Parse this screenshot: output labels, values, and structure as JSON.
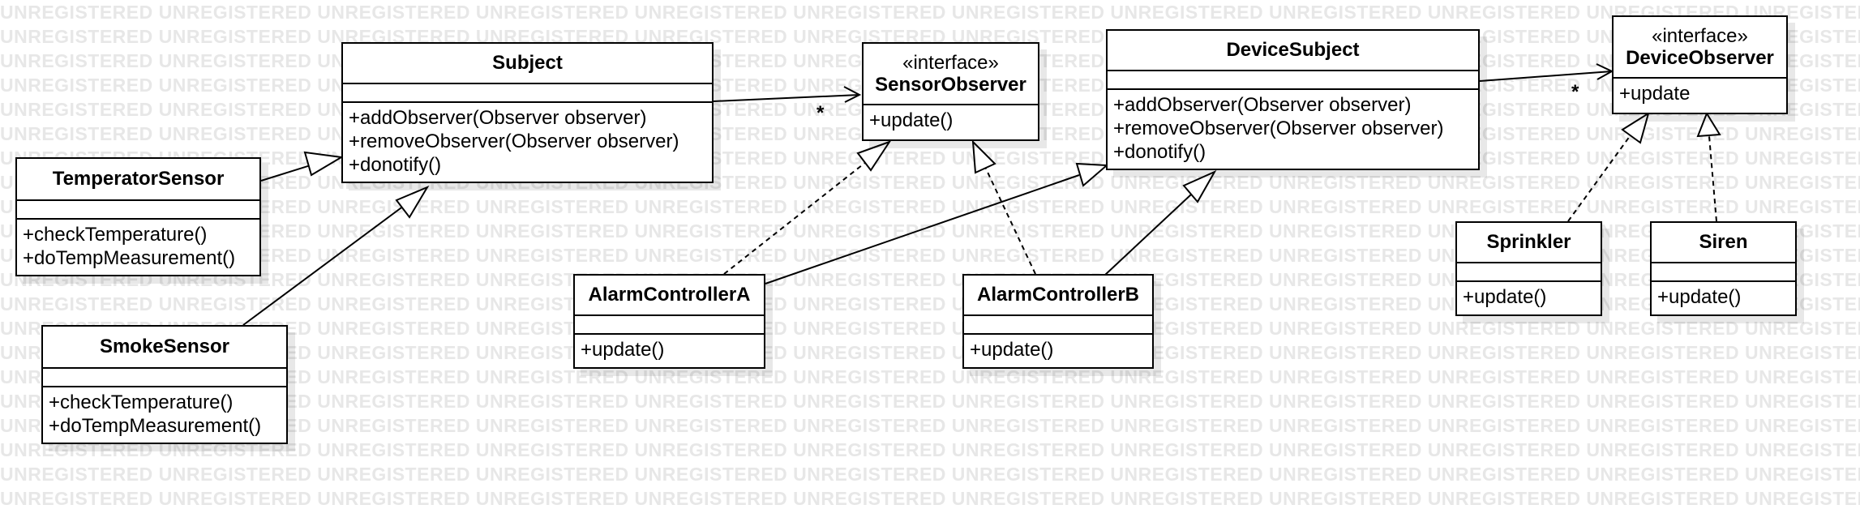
{
  "watermark_text": "UNREGISTERED",
  "classes": {
    "subject": {
      "name": "Subject",
      "operations": [
        "+addObserver(Observer observer)",
        "+removeObserver(Observer observer)",
        "+donotify()"
      ]
    },
    "sensor_observer": {
      "stereotype": "«interface»",
      "name": "SensorObserver",
      "operations": [
        "+update()"
      ]
    },
    "device_subject": {
      "name": "DeviceSubject",
      "operations": [
        "+addObserver(Observer observer)",
        "+removeObserver(Observer observer)",
        "+donotify()"
      ]
    },
    "device_observer": {
      "stereotype": "«interface»",
      "name": "DeviceObserver",
      "operations": [
        "+update"
      ]
    },
    "temperator_sensor": {
      "name": "TemperatorSensor",
      "operations": [
        "+checkTemperature()",
        "+doTempMeasurement()"
      ]
    },
    "smoke_sensor": {
      "name": "SmokeSensor",
      "operations": [
        "+checkTemperature()",
        "+doTempMeasurement()"
      ]
    },
    "alarm_controller_a": {
      "name": "AlarmControllerA",
      "operations": [
        "+update()"
      ]
    },
    "alarm_controller_b": {
      "name": "AlarmControllerB",
      "operations": [
        "+update()"
      ]
    },
    "sprinkler": {
      "name": "Sprinkler",
      "operations": [
        "+update()"
      ]
    },
    "siren": {
      "name": "Siren",
      "operations": [
        "+update()"
      ]
    }
  },
  "multiplicities": {
    "sensor_observer": "*",
    "device_observer": "*"
  },
  "colors": {
    "line": "#000000",
    "watermark": "#e7e7e7",
    "shadow": "rgba(0,0,0,0.09)"
  }
}
